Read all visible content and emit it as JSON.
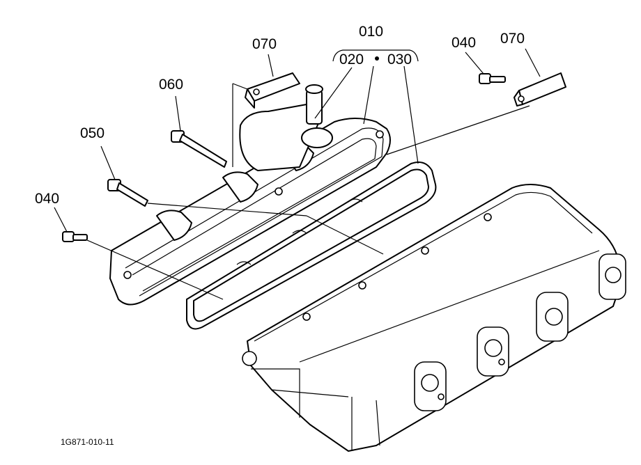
{
  "callouts": {
    "c010": "010",
    "c020": "020",
    "c030": "030",
    "c070_left": "070",
    "c040_right": "040",
    "c070_right": "070",
    "c060": "060",
    "c050": "050",
    "c040_left": "040"
  },
  "drawing_code": "1G871-010-11"
}
